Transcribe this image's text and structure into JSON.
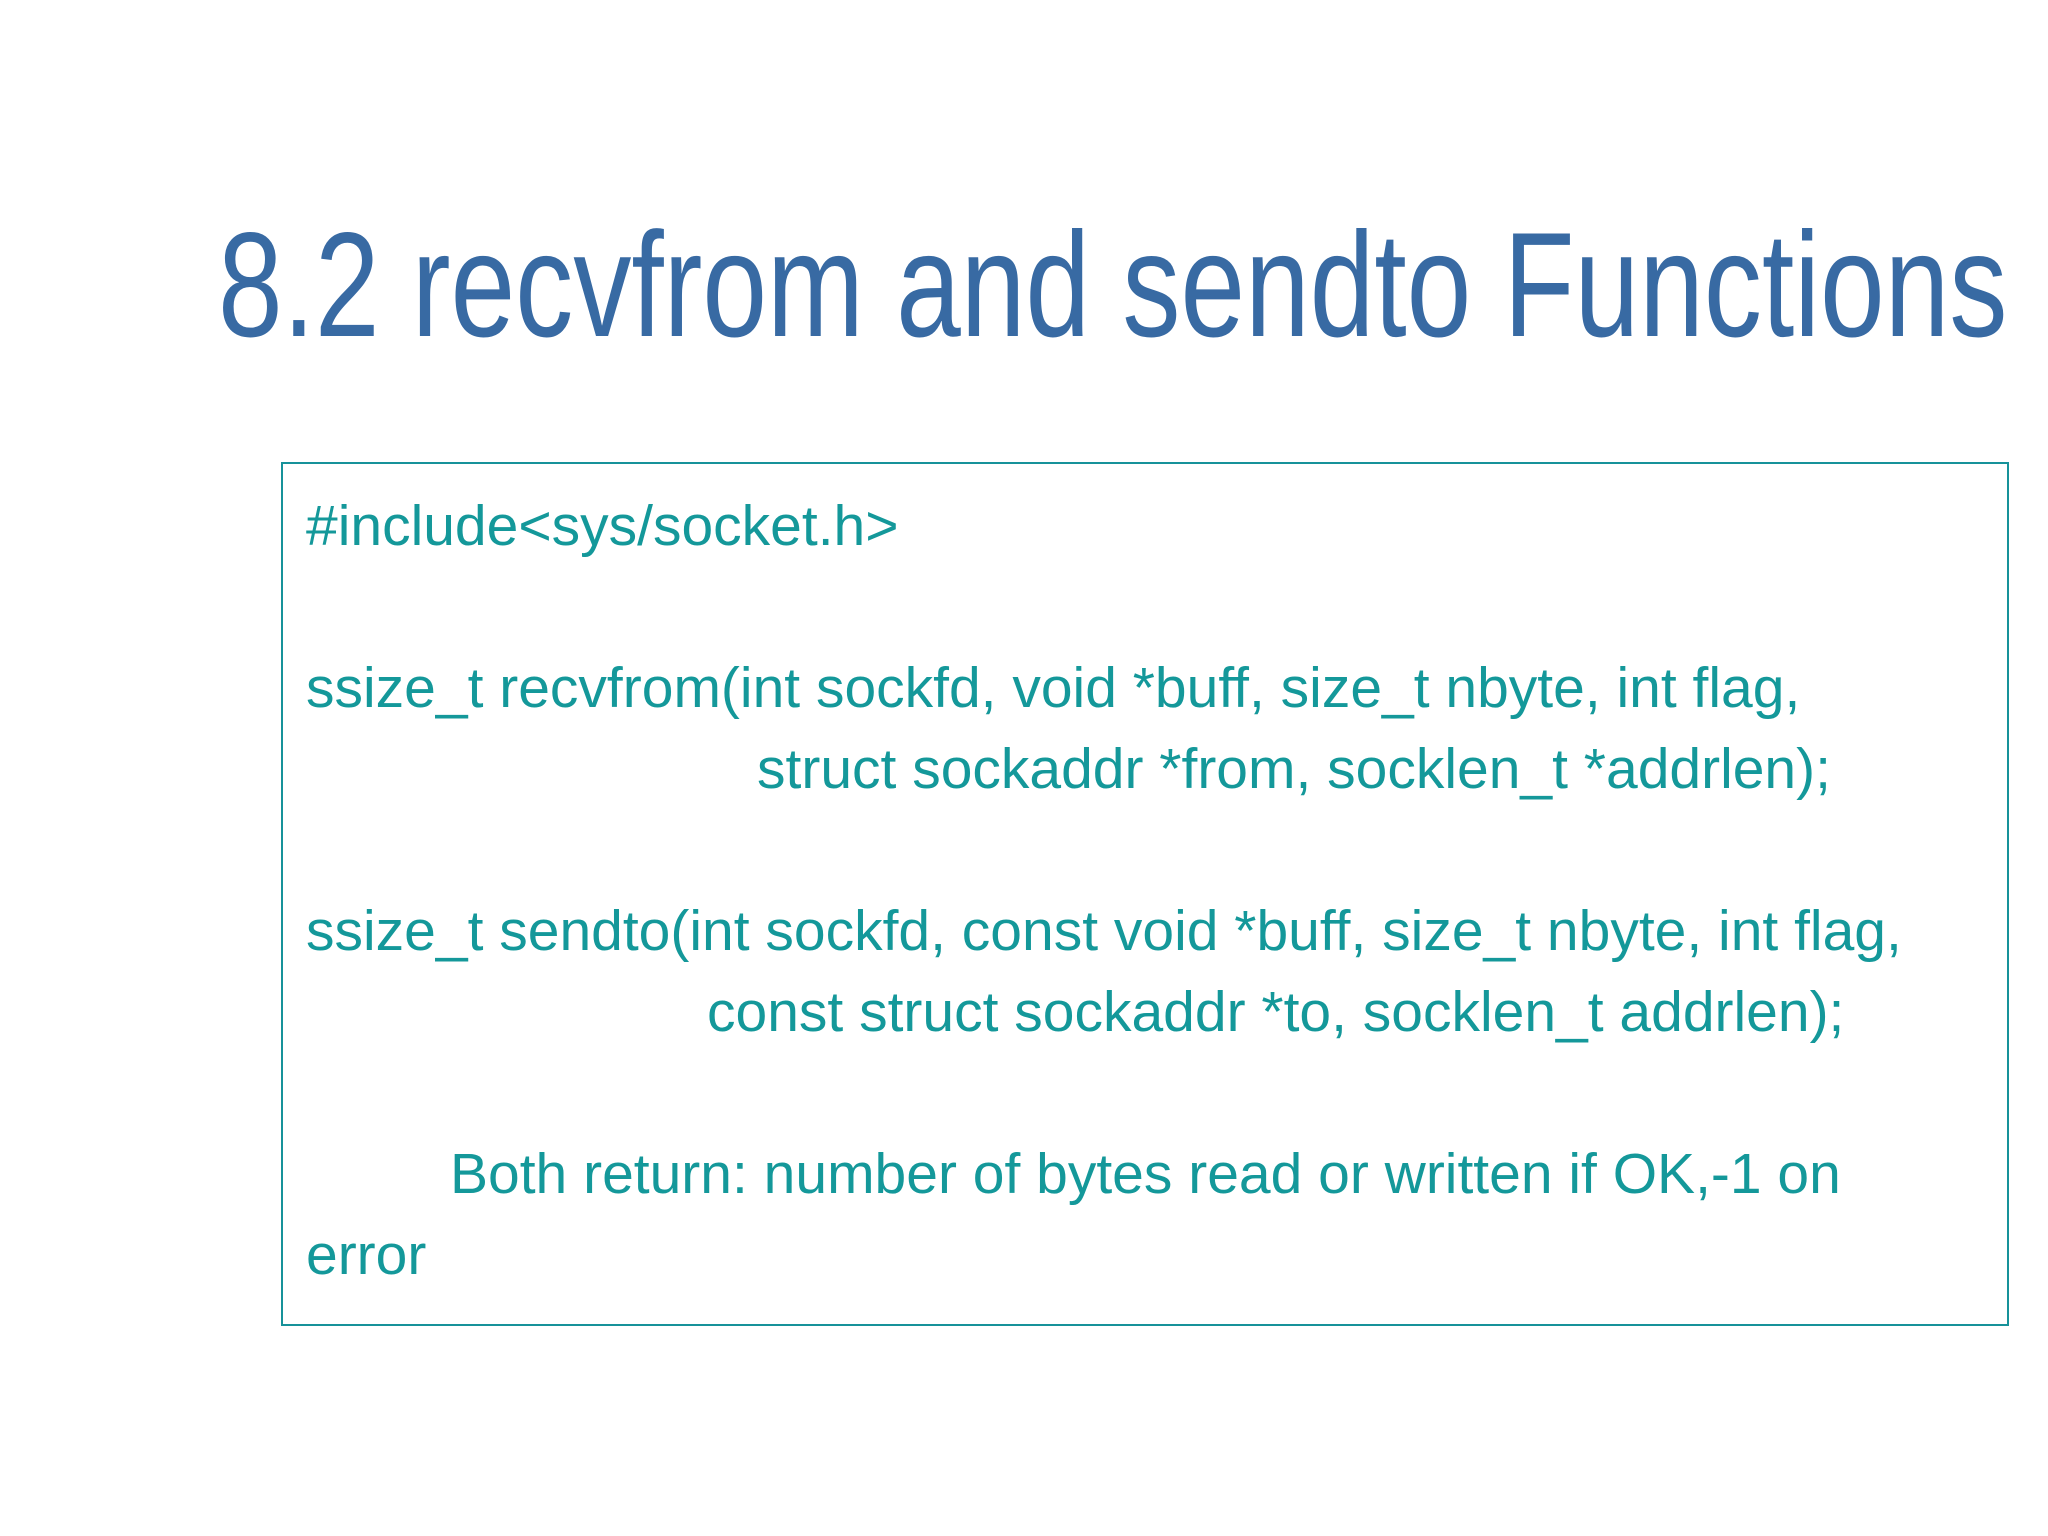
{
  "slide": {
    "title": "8.2 recvfrom and sendto Functions",
    "title_color": "#386AA3",
    "code_box": {
      "border_color": "#17929A",
      "text_color": "#14989A",
      "lines": [
        {
          "text": "#include<sys/socket.h>"
        },
        {
          "text": ""
        },
        {
          "text": "ssize_t recvfrom(int sockfd, void *buff, size_t nbyte, int flag,"
        },
        {
          "text": "struct sockaddr *from, socklen_t *addrlen);"
        },
        {
          "text": ""
        },
        {
          "text": "ssize_t sendto(int sockfd, const void *buff, size_t nbyte, int flag,"
        },
        {
          "text": "const struct sockaddr *to, socklen_t addrlen);"
        },
        {
          "text": ""
        },
        {
          "text": "Both return: number of bytes read or written if OK,-1 on"
        },
        {
          "text": "error"
        }
      ]
    }
  }
}
